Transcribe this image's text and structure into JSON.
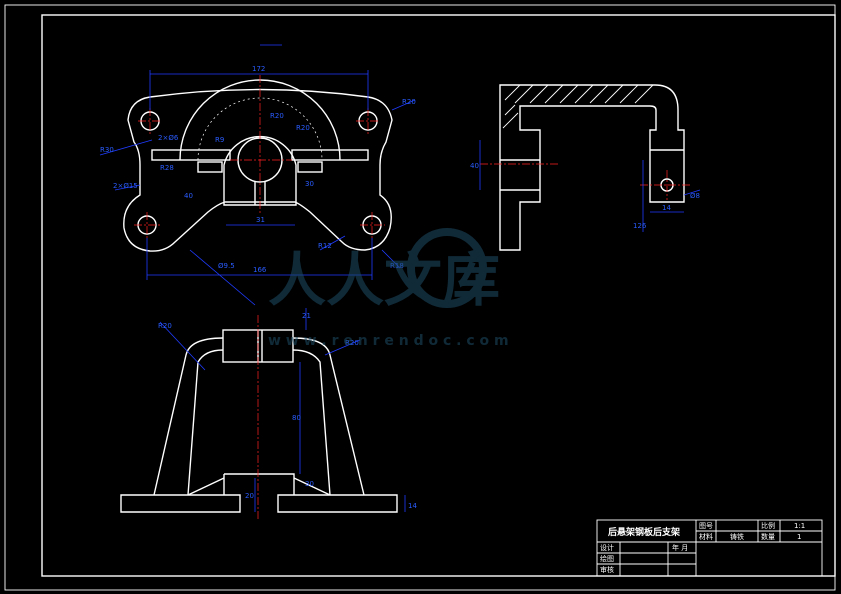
{
  "title_block": {
    "part_name": "后悬架钢板后支架",
    "drawing_no_label": "图号",
    "drawing_no_value": "",
    "scale_label": "比例",
    "scale_value": "1:1",
    "material_label": "材料",
    "material_value": "铸铁",
    "quantity_label": "数量",
    "quantity_value": "1",
    "designer_label": "设计",
    "date_label": "年 月",
    "drafter_label": "绘图",
    "reviewer_label": "审核"
  },
  "dimensions": {
    "front_overall_width": "172",
    "front_lower_width": "166",
    "front_bore_width": "31",
    "front_sides": [
      "R30",
      "2×Ø6",
      "R28",
      "2×Ø15",
      "R9",
      "R20",
      "R20",
      "30",
      "R20",
      "R18",
      "R12",
      "40",
      "Ø9.5"
    ],
    "side_view": [
      "40",
      "Ø8",
      "14",
      "126"
    ],
    "bottom_view": [
      "R20",
      "R20",
      "21",
      "80",
      "20",
      "30",
      "14"
    ]
  },
  "watermark": {
    "logo_text": "人人文库",
    "url_text": "w w w . r e n r e n d o c . c o m"
  },
  "colors": {
    "background": "#000000",
    "outline": "#ffffff",
    "dimension": "#1f3cff",
    "centerline": "#ff2020"
  }
}
